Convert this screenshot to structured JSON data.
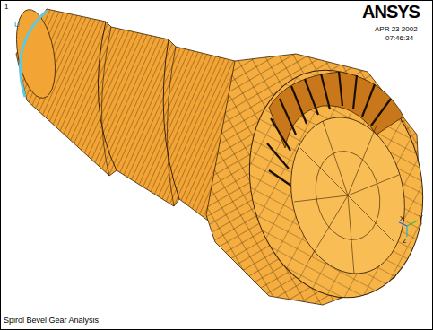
{
  "diagram": {
    "caption": "Spirol Bevel Gear Analysis",
    "labels": [
      "1",
      "U",
      "ANSYS",
      "APR 23 2002",
      "07:46:34",
      "X",
      "Y",
      "Z"
    ]
  }
}
